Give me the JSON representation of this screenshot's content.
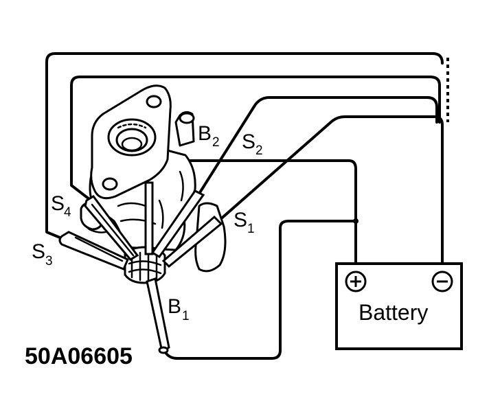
{
  "labels": {
    "b2": "B",
    "b2_sub": "2",
    "s2": "S",
    "s2_sub": "2",
    "s4": "S",
    "s4_sub": "4",
    "s1": "S",
    "s1_sub": "1",
    "s3": "S",
    "s3_sub": "3",
    "b1": "B",
    "b1_sub": "1"
  },
  "battery": {
    "label": "Battery",
    "positive_symbol": "plus-circle-icon",
    "negative_symbol": "minus-circle-icon"
  },
  "figure_code": "50A06605"
}
